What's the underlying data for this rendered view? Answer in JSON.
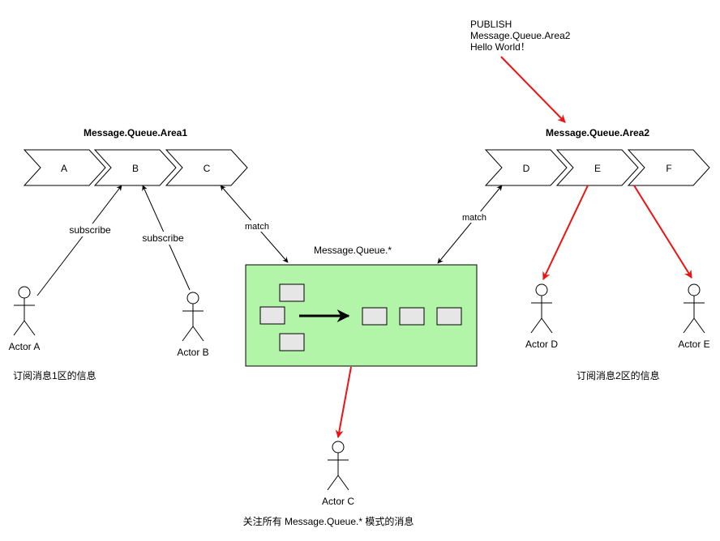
{
  "publish": {
    "line1": "PUBLISH",
    "line2": "Message.Queue.Area2",
    "line3": "Hello World！"
  },
  "area1": {
    "title": "Message.Queue.Area1",
    "segments": [
      "A",
      "B",
      "C"
    ],
    "caption": "订阅消息1区的信息"
  },
  "area2": {
    "title": "Message.Queue.Area2",
    "segments": [
      "D",
      "E",
      "F"
    ],
    "caption": "订阅消息2区的信息"
  },
  "queue": {
    "title": "Message.Queue.*",
    "caption": "关注所有 Message.Queue.* 模式的消息"
  },
  "edges": {
    "subscribe_a": "subscribe",
    "subscribe_b": "subscribe",
    "match_left": "match",
    "match_right": "match"
  },
  "actors": {
    "a": "Actor A",
    "b": "Actor B",
    "c": "Actor C",
    "d": "Actor D",
    "e": "Actor E"
  },
  "colors": {
    "queue_fill": "#b3f5a8",
    "highlight": "#ee1111"
  }
}
